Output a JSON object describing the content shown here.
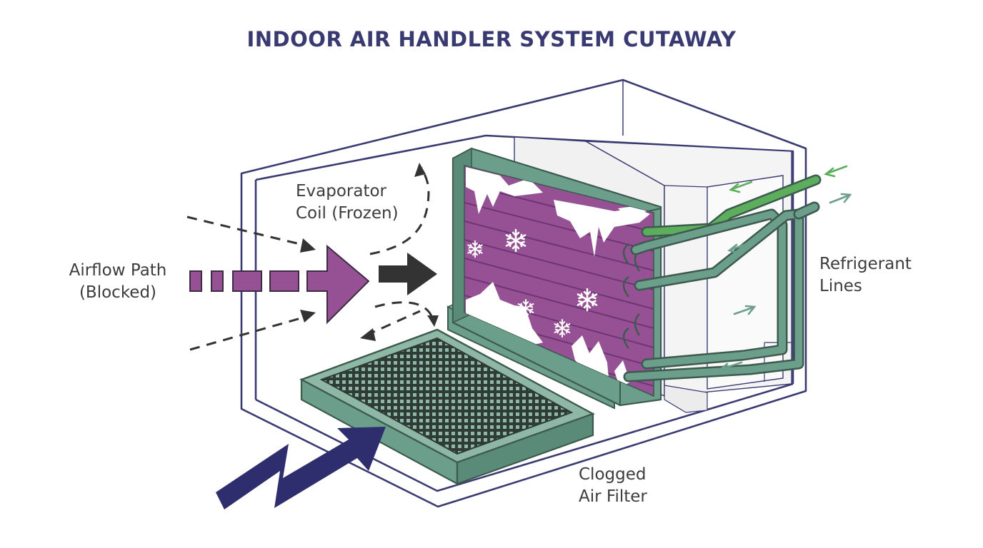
{
  "title": "INDOOR AIR HANDLER SYSTEM CUTAWAY",
  "labels": {
    "airflow": [
      "Airflow Path",
      "(Blocked)"
    ],
    "evaporator": [
      "Evaporator",
      "Coil (Frozen)"
    ],
    "refrigerant": [
      "Refrigerant",
      "Lines"
    ],
    "filter": [
      "Clogged",
      "Air Filter"
    ]
  },
  "colors": {
    "outline": "#3a3a72",
    "title": "#3a3a72",
    "coil": "#955194",
    "coil_line": "#6e3670",
    "frame": "#6b9e8b",
    "frame_dark": "#3d5a4e",
    "pipe_supply": "#5cae5c",
    "pipe_return": "#6b9e8b",
    "filter_mesh": "#2f3b36",
    "arrow_dark": "#333333",
    "arrow_navy": "#2e2e6e",
    "ice": "#ffffff"
  },
  "icons": [
    "snowflake-icon",
    "airflow-arrow-icon",
    "zigzag-arrow-icon",
    "flow-direction-icon"
  ]
}
